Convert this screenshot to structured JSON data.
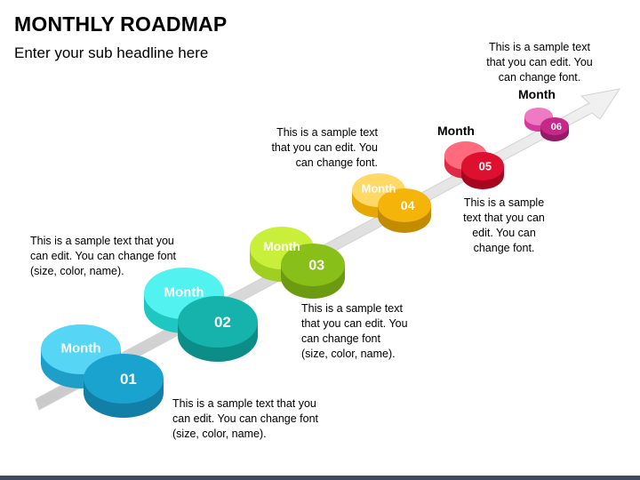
{
  "header": {
    "title": "MONTHLY ROADMAP",
    "subtitle": "Enter your sub headline here"
  },
  "milestones": [
    {
      "number": "01",
      "label": "Month",
      "text": "This is a sample text that you can edit. You can change font (size, color, name).",
      "color_top": "#56d5f5",
      "color_bottom": "#1aa3cf",
      "color_side_light": "#1f9fc8",
      "color_side_dark": "#127fa6"
    },
    {
      "number": "02",
      "label": "Month",
      "text": "This is a sample text that you can edit. You can change font (size, color, name).",
      "color_top": "#52f2f0",
      "color_bottom": "#16b3ac",
      "color_side_light": "#1fc7c3",
      "color_side_dark": "#0d8d88"
    },
    {
      "number": "03",
      "label": "Month",
      "text": "This is a sample text that you can edit. You can change font (size, color, name).",
      "color_top": "#c8f03a",
      "color_bottom": "#88c019",
      "color_side_light": "#9fcf20",
      "color_side_dark": "#6c9a10"
    },
    {
      "number": "04",
      "label": "Month",
      "text": "This is a sample text that you can edit. You can change font.",
      "color_top": "#ffd966",
      "color_bottom": "#f5b40a",
      "color_side_light": "#e6a800",
      "color_side_dark": "#c38c00"
    },
    {
      "number": "05",
      "label": "Month",
      "text": "This is a sample text that you can edit. You can change font.",
      "color_top": "#ff6b7d",
      "color_bottom": "#dd1030",
      "color_side_light": "#e02a45",
      "color_side_dark": "#a8061f"
    },
    {
      "number": "06",
      "label": "Month",
      "text": "This is a sample text that you can edit. You can change font.",
      "color_top": "#ee7ac5",
      "color_bottom": "#c6288a",
      "color_side_light": "#d6399a",
      "color_side_dark": "#961a68"
    }
  ]
}
